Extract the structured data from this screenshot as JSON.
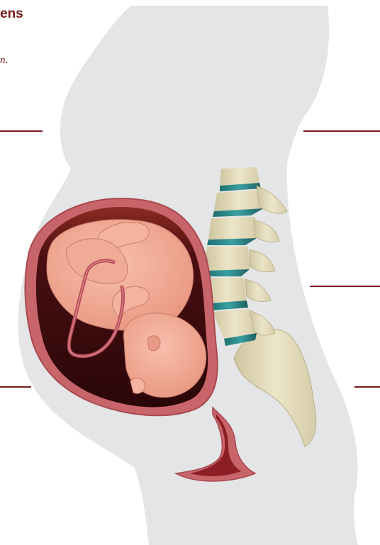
{
  "header": {
    "title_fragment": "ens",
    "subtitle_fragment": "n."
  },
  "colors": {
    "accent": "#7a1a1a",
    "body_silhouette": "#e4e5e7",
    "uterus_wall": "#c8656a",
    "uterine_cavity": "#3d0c0f",
    "fetus_skin": "#f2a894",
    "umbilical_cord": "#b8505a",
    "vertebra_bone": "#e2d9b8",
    "intervertebral_disc": "#2e8a8a"
  },
  "label_lines": [
    {
      "id": "left-upper"
    },
    {
      "id": "right-upper"
    },
    {
      "id": "right-middle"
    },
    {
      "id": "left-lower"
    },
    {
      "id": "right-lower"
    }
  ]
}
